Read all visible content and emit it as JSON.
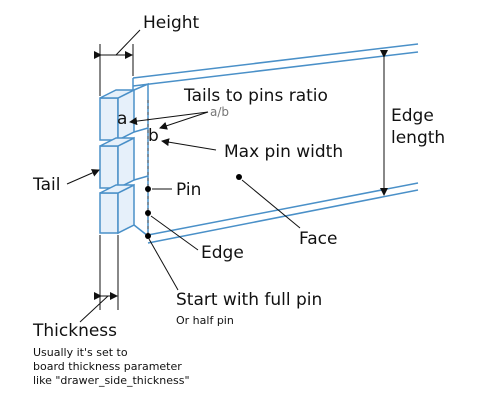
{
  "labels": {
    "height": "Height",
    "tails_to_pins_ratio": "Tails to pins ratio",
    "a_over_b": "a/b",
    "a": "a",
    "b": "b",
    "max_pin_width": "Max pin width",
    "edge_length_line1": "Edge",
    "edge_length_line2": "length",
    "tail": "Tail",
    "pin": "Pin",
    "face": "Face",
    "edge": "Edge",
    "start_with_full_pin": "Start with full pin",
    "or_half_pin": "Or half pin",
    "thickness": "Thickness",
    "thickness_note_line1": "Usually it's set to",
    "thickness_note_line2": "board thickness parameter",
    "thickness_note_line3": "like \"drawer_side_thickness\""
  },
  "colors": {
    "board_outline": "#4a90c8",
    "text": "#111111",
    "annotation_grey": "#777777"
  }
}
